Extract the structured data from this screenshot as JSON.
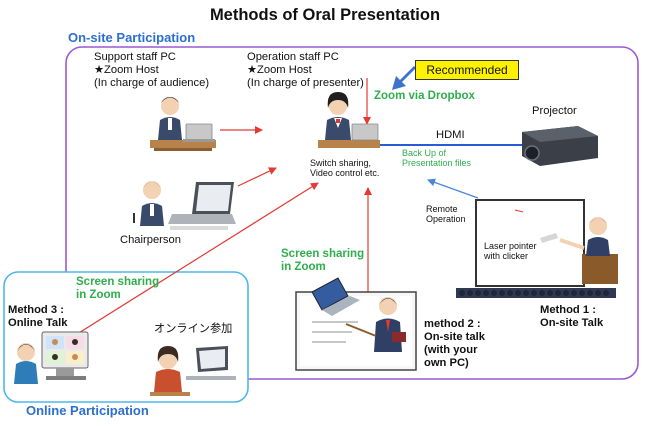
{
  "title": "Methods of Oral Presentation",
  "onsite_label": "On-site Participation",
  "online_label": "Online Participation",
  "support_pc": "Support staff PC\n★Zoom Host\n(In charge of audience)",
  "operation_pc": "Operation staff PC\n★Zoom Host\n(In charge of presenter)",
  "recommended": "Recommended",
  "zoom_dropbox": "Zoom via Dropbox",
  "projector": "Projector",
  "hdmi": "HDMI",
  "backup": "Back Up of\nPresentation files",
  "switch_sharing": "Switch sharing,\nVideo control etc.",
  "remote_operation": "Remote\nOperation",
  "laser_pointer": "Laser pointer\nwith clicker",
  "chairperson": "Chairperson",
  "screen_sharing_center": "Screen sharing\nin Zoom",
  "screen_sharing_online": "Screen sharing\nin Zoom",
  "method3": "Method 3 :\nOnline Talk",
  "online_participation_jp": "オンライン参加",
  "method2": "method 2 :\nOn-site talk\n(with your\nown PC)",
  "method1": "Method 1 :\nOn-site Talk",
  "colors": {
    "onsite_border": "#9b59d0",
    "online_border": "#4db8e8",
    "section_blue": "#2b6fd1",
    "green_text": "#2fae4d",
    "red_arrow": "#e53935",
    "hdmi_line": "#2a5bd7",
    "recommended_bg": "#fff200"
  }
}
